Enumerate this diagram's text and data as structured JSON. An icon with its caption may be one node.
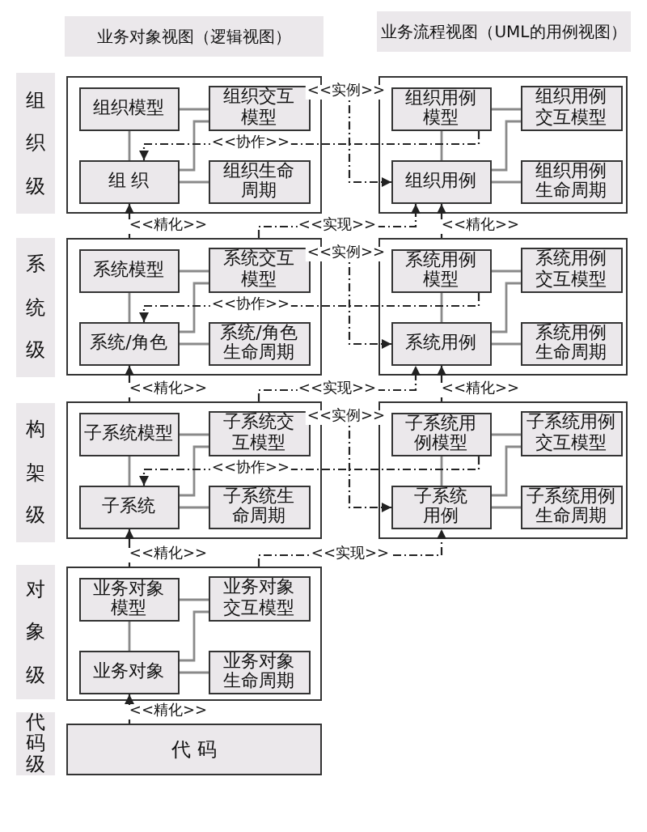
{
  "diagram": {
    "nodes": [
      {
        "text": [
          "业务对象视图（逻辑视图）"
        ]
      },
      {
        "text": [
          "业务流程视图（UML的用例视图）"
        ]
      },
      {
        "text": [
          "组织级"
        ]
      },
      {
        "text": [],
        "shape": "box"
      },
      {
        "text": [
          "组织模型"
        ],
        "in": 3
      },
      {
        "text": [
          "组织交互模型"
        ],
        "in": 3
      },
      {
        "text": [
          "组 织"
        ],
        "in": 3
      },
      {
        "text": [
          "组织生命周期"
        ],
        "in": 3
      },
      {
        "text": [],
        "shape": "box"
      },
      {
        "text": [
          "组织用例模型"
        ],
        "in": 8
      },
      {
        "text": [
          "组织用例交互模型"
        ],
        "in": 8
      },
      {
        "text": [
          "组织用例"
        ],
        "in": 8
      },
      {
        "text": [
          "组织用例生命周期"
        ],
        "in": 8
      },
      {
        "text": [
          "系统级"
        ]
      },
      {
        "text": [],
        "shape": "box"
      },
      {
        "text": [
          "系统模型"
        ],
        "in": 14
      },
      {
        "text": [
          "系统交互模型"
        ],
        "in": 14
      },
      {
        "text": [
          "系统/角色"
        ],
        "in": 14
      },
      {
        "text": [
          "系统/角色生命周期"
        ],
        "in": 14
      },
      {
        "text": [],
        "shape": "box"
      },
      {
        "text": [
          "系统用例模型"
        ],
        "in": 19
      },
      {
        "text": [
          "系统用例交互模型"
        ],
        "in": 19
      },
      {
        "text": [
          "系统用例"
        ],
        "in": 19
      },
      {
        "text": [
          "系统用例生命周期"
        ],
        "in": 19
      },
      {
        "text": [
          "构架级"
        ]
      },
      {
        "text": [],
        "shape": "box"
      },
      {
        "text": [
          "子系统模型"
        ],
        "in": 25
      },
      {
        "text": [
          "子系统交互模型"
        ],
        "in": 25
      },
      {
        "text": [
          "子系统"
        ],
        "in": 25
      },
      {
        "text": [
          "子系统生命周期"
        ],
        "in": 25
      },
      {
        "text": [],
        "shape": "box"
      },
      {
        "text": [
          "子系统用例模型"
        ],
        "in": 30
      },
      {
        "text": [
          "子系统用例交互模型"
        ],
        "in": 30
      },
      {
        "text": [
          "子系统用例"
        ],
        "in": 30
      },
      {
        "text": [
          "子系统用例生命周期"
        ],
        "in": 30
      },
      {
        "text": [
          "对象级"
        ]
      },
      {
        "text": [],
        "shape": "box"
      },
      {
        "text": [
          "业务对象模型"
        ],
        "in": 36
      },
      {
        "text": [
          "业务对象交互模型"
        ],
        "in": 36
      },
      {
        "text": [
          "业务对象"
        ],
        "in": 36
      },
      {
        "text": [
          "业务对象生命周期"
        ],
        "in": 36
      },
      {
        "text": [
          "代码级"
        ]
      },
      {
        "text": [
          "代 码"
        ]
      }
    ],
    "edges": [
      {
        "from": 4,
        "to": 5,
        "arrow": "none"
      },
      {
        "from": 4,
        "to": 6,
        "arrow": "none"
      },
      {
        "from": 6,
        "to": 5,
        "arrow": "none"
      },
      {
        "from": 6,
        "to": 7,
        "arrow": "none"
      },
      {
        "from": 9,
        "to": 10,
        "arrow": "none"
      },
      {
        "from": 9,
        "to": 11,
        "arrow": "none"
      },
      {
        "from": 11,
        "to": 10,
        "arrow": "none"
      },
      {
        "from": 11,
        "to": 12,
        "arrow": "none"
      },
      {
        "from": 5,
        "to": 11,
        "arrow": "to",
        "label": "<<实例>>",
        "style": "dashed",
        "color": "#222222"
      },
      {
        "from": 9,
        "to": 6,
        "arrow": "to",
        "label": "<<协作>>",
        "style": "dashed",
        "color": "#222222"
      },
      {
        "from": 14,
        "to": 6,
        "arrow": "to",
        "label": "<<精化>>",
        "color": "#222222"
      },
      {
        "from": 14,
        "to": 11,
        "arrow": "to",
        "label": "<<实现>>",
        "style": "dashed",
        "color": "#222222"
      },
      {
        "from": 19,
        "to": 11,
        "arrow": "to",
        "label": "<<精化>>",
        "color": "#222222"
      },
      {
        "from": 15,
        "to": 16,
        "arrow": "none"
      },
      {
        "from": 15,
        "to": 17,
        "arrow": "none"
      },
      {
        "from": 17,
        "to": 16,
        "arrow": "none"
      },
      {
        "from": 17,
        "to": 18,
        "arrow": "none"
      },
      {
        "from": 20,
        "to": 21,
        "arrow": "none"
      },
      {
        "from": 20,
        "to": 22,
        "arrow": "none"
      },
      {
        "from": 22,
        "to": 21,
        "arrow": "none"
      },
      {
        "from": 22,
        "to": 23,
        "arrow": "none"
      },
      {
        "from": 16,
        "to": 22,
        "arrow": "to",
        "label": "<<实例>>",
        "style": "dashed",
        "color": "#222222"
      },
      {
        "from": 20,
        "to": 17,
        "arrow": "to",
        "label": "<<协作>>",
        "style": "dashed",
        "color": "#222222"
      },
      {
        "from": 25,
        "to": 17,
        "arrow": "to",
        "label": "<<精化>>",
        "color": "#222222"
      },
      {
        "from": 25,
        "to": 22,
        "arrow": "to",
        "label": "<<实现>>",
        "style": "dashed",
        "color": "#222222"
      },
      {
        "from": 30,
        "to": 22,
        "arrow": "to",
        "label": "<<精化>>",
        "color": "#222222"
      },
      {
        "from": 26,
        "to": 27,
        "arrow": "none"
      },
      {
        "from": 26,
        "to": 28,
        "arrow": "none"
      },
      {
        "from": 28,
        "to": 27,
        "arrow": "none"
      },
      {
        "from": 28,
        "to": 29,
        "arrow": "none"
      },
      {
        "from": 31,
        "to": 32,
        "arrow": "none"
      },
      {
        "from": 31,
        "to": 33,
        "arrow": "none"
      },
      {
        "from": 33,
        "to": 32,
        "arrow": "none"
      },
      {
        "from": 33,
        "to": 34,
        "arrow": "none"
      },
      {
        "from": 27,
        "to": 33,
        "arrow": "to",
        "label": "<<实例>>",
        "style": "dashed",
        "color": "#222222"
      },
      {
        "from": 31,
        "to": 28,
        "arrow": "to",
        "label": "<<协作>>",
        "style": "dashed",
        "color": "#222222"
      },
      {
        "from": 36,
        "to": 28,
        "arrow": "to",
        "label": "<<精化>>",
        "color": "#222222"
      },
      {
        "from": 36,
        "to": 33,
        "arrow": "to",
        "label": "<<实现>>",
        "style": "dashed",
        "color": "#222222"
      },
      {
        "from": 37,
        "to": 38,
        "arrow": "none"
      },
      {
        "from": 37,
        "to": 39,
        "arrow": "none"
      },
      {
        "from": 39,
        "to": 38,
        "arrow": "none"
      },
      {
        "from": 39,
        "to": 40,
        "arrow": "none"
      },
      {
        "from": 42,
        "to": 39,
        "arrow": "to",
        "label": "<<精化>>",
        "color": "#222222"
      }
    ]
  }
}
